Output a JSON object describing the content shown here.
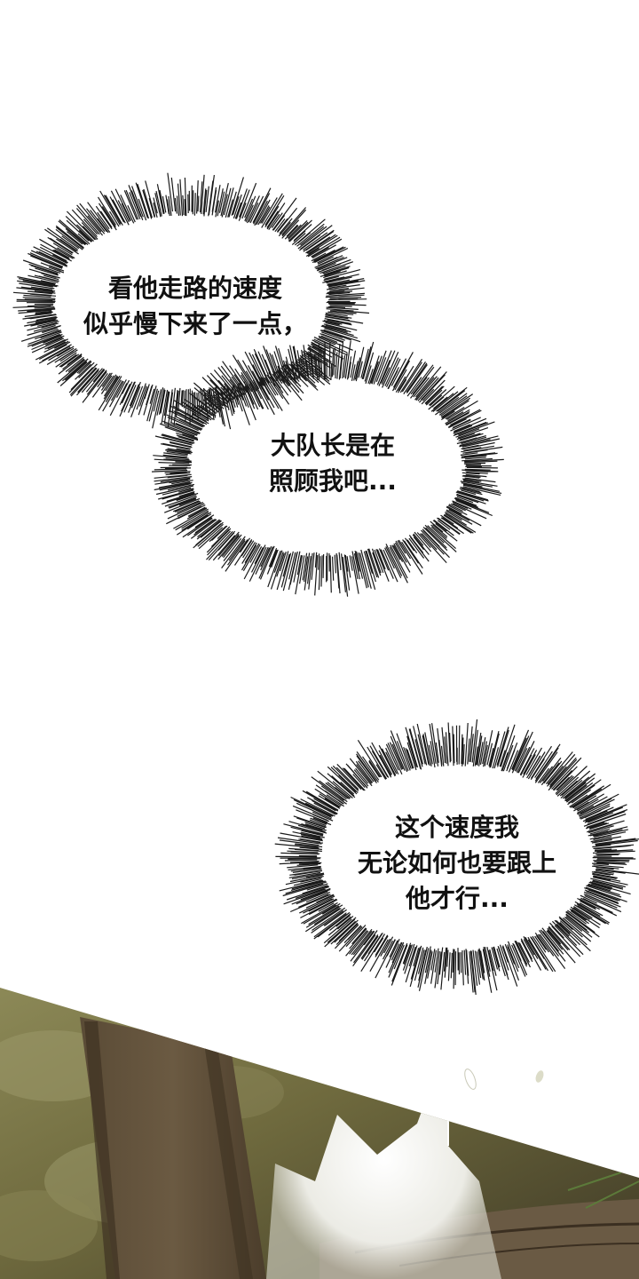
{
  "bubble1": {
    "lines": [
      "看他走路的速度",
      "似乎慢下来了一点，"
    ]
  },
  "bubble2": {
    "lines": [
      "大队长是在",
      "照顾我吧..."
    ]
  },
  "bubble3": {
    "lines": [
      "这个速度我",
      "无论如何也要跟上",
      "他才行..."
    ]
  },
  "colors": {
    "background": "#ffffff",
    "text": "#111111",
    "burst_stroke": "#1a1a1a",
    "scene_olive": "#7d7a4a",
    "scene_dark": "#4a3b2a"
  }
}
